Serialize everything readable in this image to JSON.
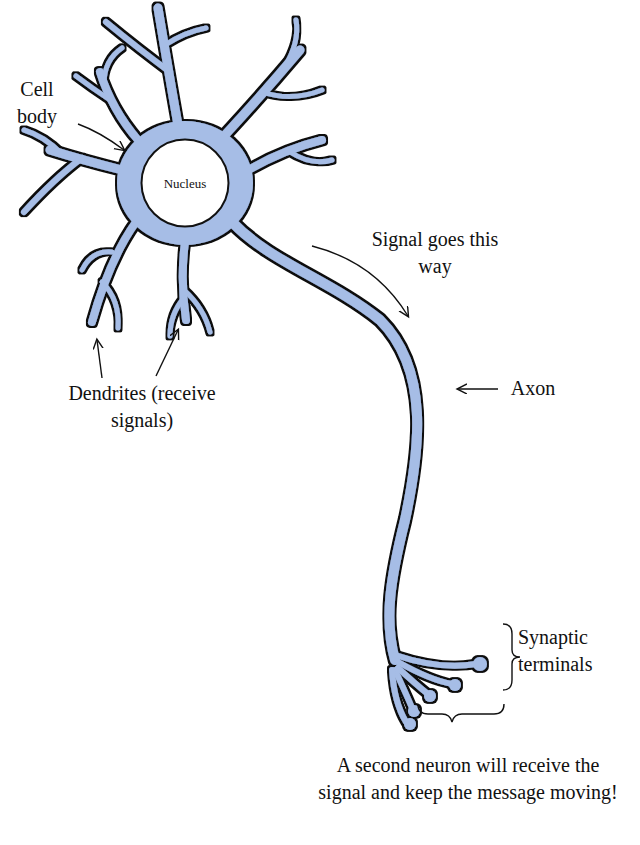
{
  "diagram": {
    "nodes": [
      {
        "text": [
          "Nucleus"
        ]
      }
    ],
    "labels": [
      "Cell body",
      "Signal goes this way",
      "Axon",
      "Dendrites (receive signals)",
      "Synaptic terminals",
      "A second neuron will receive the signal and keep the message moving!"
    ]
  }
}
